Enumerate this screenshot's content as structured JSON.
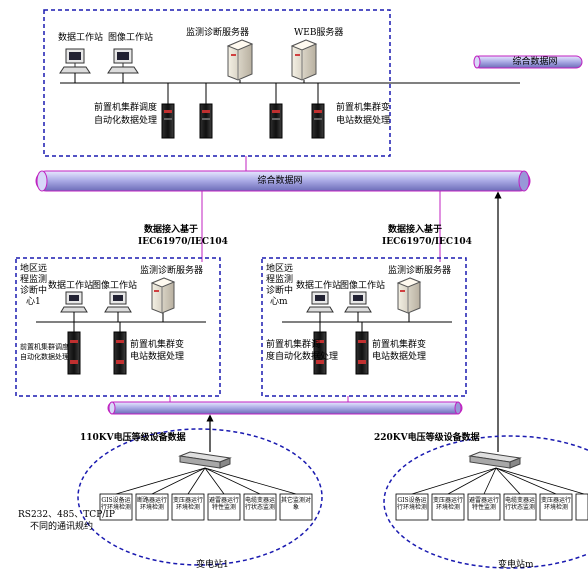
{
  "top": {
    "workstation_data": "数据工作站",
    "workstation_image": "图像工作站",
    "monitor_server": "监测诊断服务器",
    "web_server": "WEB服务器",
    "cluster_left_line1": "前置机集群调度",
    "cluster_left_line2": "自动化数据处理",
    "cluster_right_line1": "前置机集群变",
    "cluster_right_line2": "电站数据处理",
    "right_bus": "综合数据网"
  },
  "main_bus": "综合数据网",
  "access_left": {
    "line1": "数据接入基于",
    "line2": "IEC61970/IEC104"
  },
  "access_right": {
    "line1": "数据接入基于",
    "line2": "IEC61970/IEC104"
  },
  "region_left": {
    "title_lines": [
      "地区远",
      "程监测",
      "诊断中",
      "心1"
    ],
    "workstation_data": "数据工作站",
    "workstation_image": "图像工作站",
    "monitor_server": "监测诊断服务器",
    "cluster_left_line1": "前置机集群调度",
    "cluster_left_line2": "自动化数据处理",
    "cluster_right_line1": "前置机集群变",
    "cluster_right_line2": "电站数据处理"
  },
  "region_right": {
    "title_lines": [
      "地区远",
      "程监测",
      "诊断中",
      "心m"
    ],
    "workstation_data": "数据工作站",
    "workstation_image": "图像工作站",
    "monitor_server": "监测诊断服务器",
    "cluster_left_line1": "前置机集群调",
    "cluster_left_line2": "度自动化数据处理",
    "cluster_right_line1": "前置机集群变",
    "cluster_right_line2": "电站数据处理"
  },
  "label_110kv": "110KV电压等级设备数据",
  "label_220kv": "220KV电压等级设备数据",
  "rs_note_line1": "RS232、485、TCP/IP",
  "rs_note_line2": "不同的通讯规约",
  "station_left": {
    "name": "变电站1",
    "devices": [
      "GIS设备运行环境检测",
      "断路器运行环境检测",
      "变压器运行环境检测",
      "避雷器运行特性监测",
      "电缆变器运行状态监测",
      "其它监测对象"
    ]
  },
  "station_right": {
    "name": "变电站m",
    "devices": [
      "GIS设备运行环境检测",
      "变压器运行环境检测",
      "避雷器运行特性监测",
      "电缆变器运行状态监测",
      "变压器运行环境检测"
    ]
  },
  "colors": {
    "bus_fill": "#b8b8ec",
    "bus_stroke": "#c020c0",
    "frame": "#1a1ab0",
    "drop_line": "#c020c0"
  }
}
